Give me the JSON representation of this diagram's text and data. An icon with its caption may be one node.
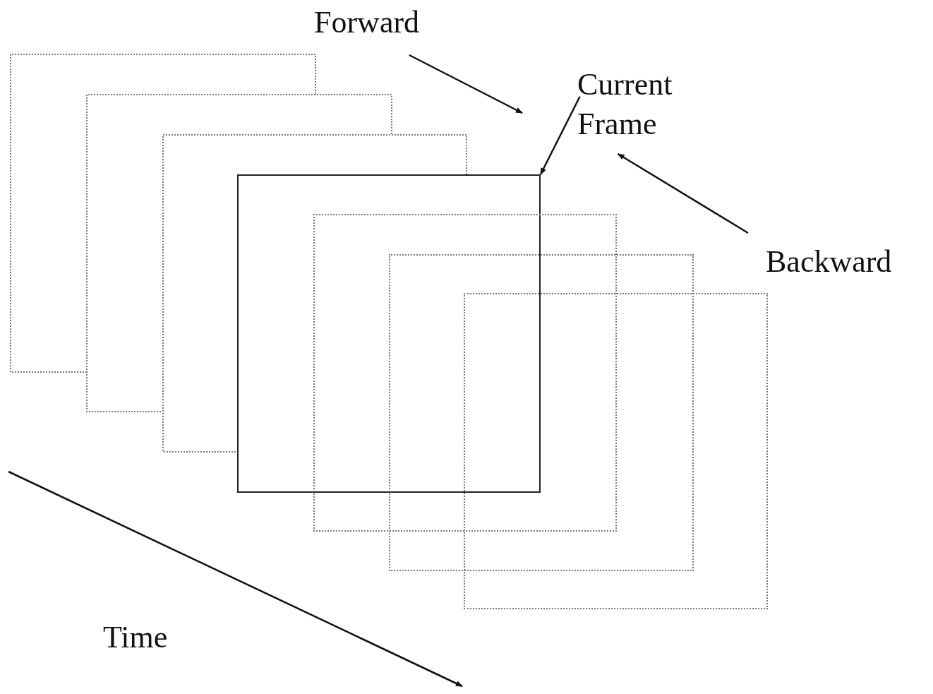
{
  "diagram": {
    "nodes": [
      {
        "text": [
          "Forward"
        ]
      },
      {
        "text": [
          "Current Frame"
        ]
      },
      {
        "text": [
          "Backward"
        ]
      },
      {
        "text": [],
        "shape": "box"
      },
      {
        "text": [],
        "shape": "box"
      },
      {
        "text": [],
        "shape": "box"
      },
      {
        "text": [],
        "shape": "box"
      },
      {
        "text": [],
        "shape": "box"
      },
      {
        "text": [],
        "shape": "box"
      },
      {
        "text": [],
        "shape": "box"
      }
    ],
    "edges": [
      {
        "from": 0,
        "to": null,
        "arrow": "to"
      },
      {
        "from": 1,
        "to": 6,
        "arrow": "to"
      },
      {
        "from": 2,
        "to": 1,
        "arrow": "to"
      }
    ],
    "labels": [
      "Time"
    ]
  }
}
